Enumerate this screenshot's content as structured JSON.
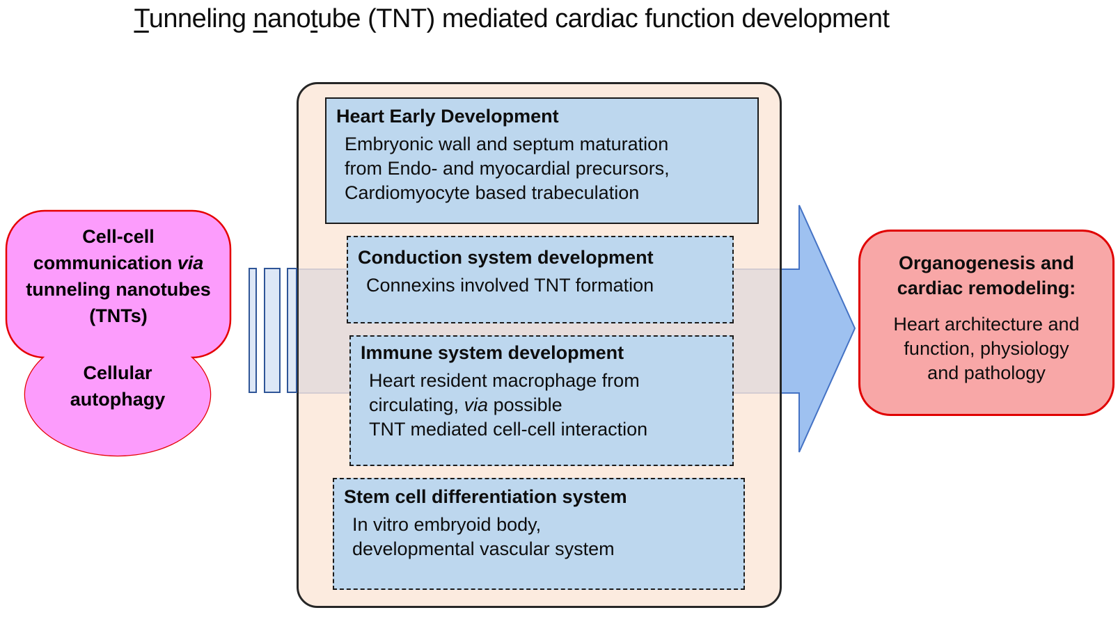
{
  "title": {
    "lines": [
      [
        {
          "t": "T",
          "u": 1
        },
        {
          "t": "unneling "
        },
        {
          "t": "n",
          "u": 1
        },
        {
          "t": "ano"
        },
        {
          "t": "t",
          "u": 1
        },
        {
          "t": "ube (TNT) mediated cardiac function development"
        }
      ]
    ]
  },
  "left_shape": {
    "top_lines": [
      [
        {
          "t": "Cell-cell"
        }
      ],
      [
        {
          "t": "communication "
        },
        {
          "t": "via",
          "i": 1
        }
      ],
      [
        {
          "t": "tunneling nanotubes"
        }
      ],
      [
        {
          "t": "(TNTs)"
        }
      ]
    ],
    "bottom_lines": [
      [
        {
          "t": "Cellular"
        }
      ],
      [
        {
          "t": "autophagy"
        }
      ]
    ]
  },
  "panel": {
    "boxes": [
      {
        "title": "Heart Early Development",
        "lines": [
          [
            {
              "t": "Embryonic wall and septum maturation"
            }
          ],
          [
            {
              "t": "from Endo- and myocardial precursors,"
            }
          ],
          [
            {
              "t": "Cardiomyocyte based trabeculation"
            }
          ]
        ]
      },
      {
        "title": "Conduction system development",
        "lines": [
          [
            {
              "t": "Connexins involved TNT formation"
            }
          ]
        ]
      },
      {
        "title": "Immune system development",
        "lines": [
          [
            {
              "t": "Heart resident macrophage from"
            }
          ],
          [
            {
              "t": "circulating, "
            },
            {
              "t": "via",
              "i": 1
            },
            {
              "t": " possible"
            }
          ],
          [
            {
              "t": "TNT mediated cell-cell interaction"
            }
          ]
        ]
      },
      {
        "title": "Stem cell differentiation system",
        "lines": [
          [
            {
              "t": "In vitro embryoid body,"
            }
          ],
          [
            {
              "t": "developmental vascular system"
            }
          ]
        ]
      }
    ]
  },
  "outcome": {
    "title_lines": [
      [
        {
          "t": "Organogenesis and"
        }
      ],
      [
        {
          "t": "cardiac remodeling:"
        }
      ]
    ],
    "body_lines": [
      [
        {
          "t": "Heart architecture and"
        }
      ],
      [
        {
          "t": "function, physiology"
        }
      ],
      [
        {
          "t": "and pathology"
        }
      ]
    ]
  },
  "colors": {
    "pink_fill": "#fc9cfc",
    "pink_border": "#e50000",
    "panel_fill": "#fbe5d6",
    "panel_border": "#262626",
    "blue_box_fill": "#bdd7ee",
    "blue_box_border": "#1a1a1a",
    "outcome_fill": "#f8a7a7",
    "outcome_border": "#e00000",
    "arrow_fill": "#9ec1f0",
    "arrow_stroke": "#4472c4",
    "bar_fill": "#dde7f6",
    "bar_border": "#2f5597",
    "text": "#000000"
  }
}
